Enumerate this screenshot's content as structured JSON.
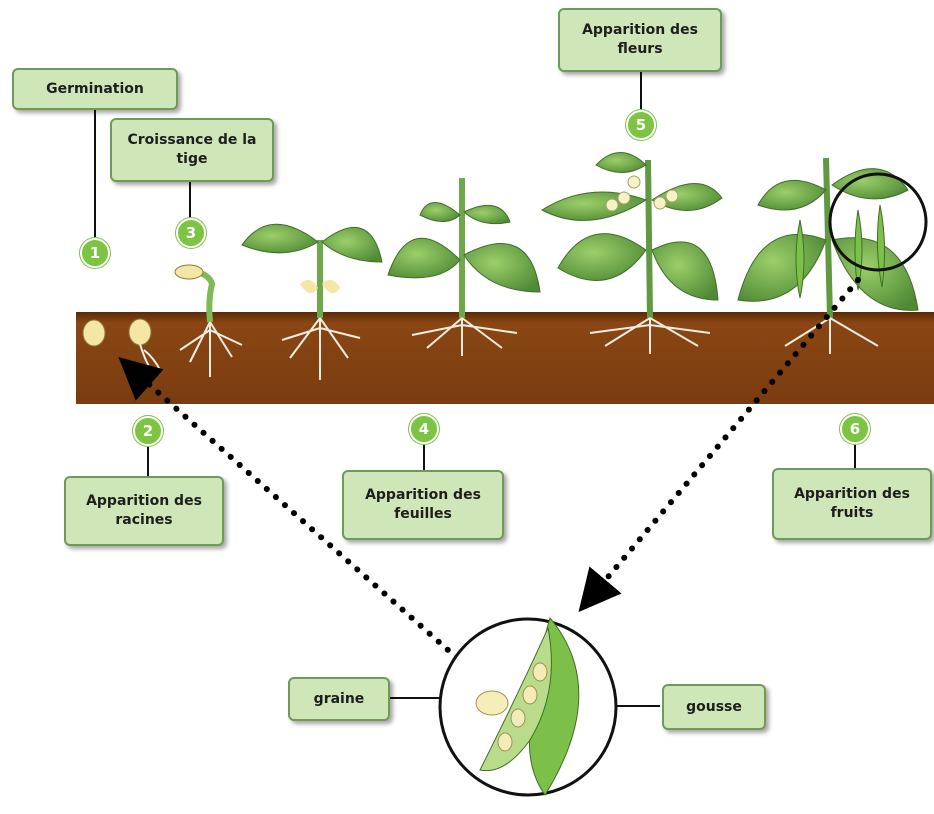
{
  "stages": [
    {
      "number": "1",
      "label": "Germination"
    },
    {
      "number": "2",
      "label": "Apparition des racines"
    },
    {
      "number": "3",
      "label": "Croissance de la tige"
    },
    {
      "number": "4",
      "label": "Apparition des feuilles"
    },
    {
      "number": "5",
      "label": "Apparition des fleurs"
    },
    {
      "number": "6",
      "label": "Apparition des fruits"
    }
  ],
  "detail": {
    "seed_label": "graine",
    "pod_label": "gousse"
  },
  "colors": {
    "box_fill": "#cfe6b8",
    "box_border": "#6f9a5a",
    "number_badge": "#7dc443",
    "soil": "#8a4614",
    "soil_top": "#5a2a08",
    "leaf": "#6fa84a",
    "pod": "#7cc04a"
  }
}
